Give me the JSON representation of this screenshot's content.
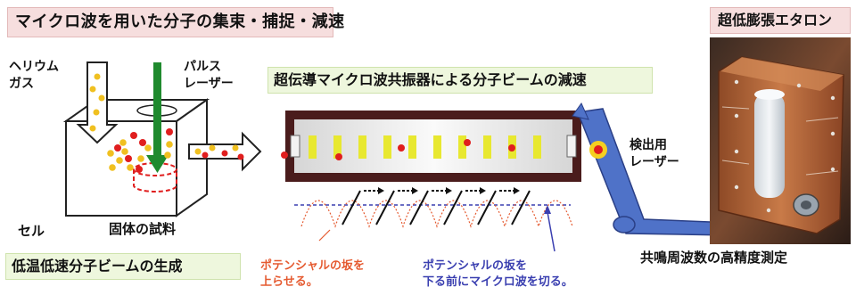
{
  "title": "マイクロ波を用いた分子の集束・捕捉・減速",
  "resonator_heading": "超伝導マイクロ波共振器による分子ビームの減速",
  "generation_heading": "低温低速分子ビームの生成",
  "etalon_heading": "超低膨張エタロン",
  "labels": {
    "helium_gas": "ヘリウム\nガス",
    "pulse_laser": "パルス\nレーザー",
    "cell": "セル",
    "solid_sample": "固体の試料",
    "detection_laser": "検出用\nレーザー",
    "measurement": "共鳴周波数の高精度測定",
    "raise_potential": "ポテンシャルの坂を\n上らせる。",
    "cut_microwave": "ポテンシャルの坂を\n下る前にマイクロ波を切る。"
  },
  "colors": {
    "title_bg": "#f6dede",
    "subtitle_bg": "#eef7dd",
    "laser_green": "#1f8a2e",
    "molecule_red": "#e01e1e",
    "helium_yellow": "#f0c020",
    "beam_blue": "#4f72c8",
    "resonator_frame": "#4a1c1c",
    "field_yellow": "#e8e830",
    "potential_red": "#e55a30",
    "cutoff_blue": "#3a3fb0"
  }
}
